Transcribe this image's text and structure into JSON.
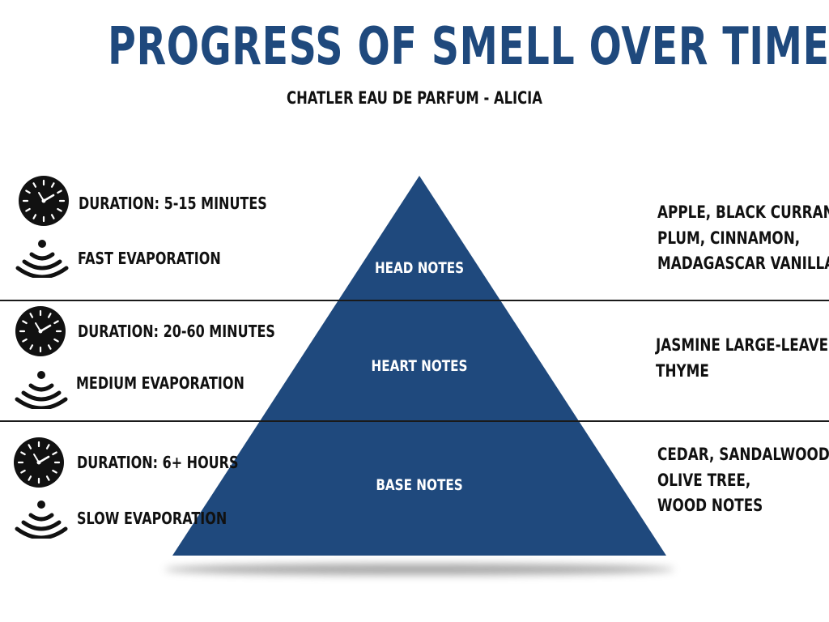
{
  "header": {
    "title": "PROGRESS OF SMELL OVER TIME",
    "subtitle": "CHATLER EAU DE PARFUM - ALICIA"
  },
  "colors": {
    "title": "#1f497d",
    "pyramid": "#1f497d",
    "text": "#111111",
    "tier_text": "#ffffff"
  },
  "tiers": [
    {
      "label": "HEAD NOTES",
      "duration": "DURATION: 5-15 MINUTES",
      "evaporation": "FAST EVAPORATION",
      "notes": [
        "APPLE, BLACK CURRANT,",
        "PLUM, CINNAMON,",
        "MADAGASCAR VANILLA"
      ],
      "duration_icon": "clock-icon",
      "evaporation_icon": "evaporation-waves-icon"
    },
    {
      "label": "HEART NOTES",
      "duration": "DURATION: 20-60 MINUTES",
      "evaporation": "MEDIUM EVAPORATION",
      "notes": [
        "JASMINE LARGE-LEAVED,",
        "THYME"
      ],
      "duration_icon": "clock-icon",
      "evaporation_icon": "evaporation-waves-icon"
    },
    {
      "label": "BASE NOTES",
      "duration": "DURATION: 6+ HOURS",
      "evaporation": "SLOW EVAPORATION",
      "notes": [
        "CEDAR, SANDALWOOD,",
        "OLIVE TREE,",
        "WOOD NOTES"
      ],
      "duration_icon": "clock-icon",
      "evaporation_icon": "evaporation-waves-icon"
    }
  ]
}
